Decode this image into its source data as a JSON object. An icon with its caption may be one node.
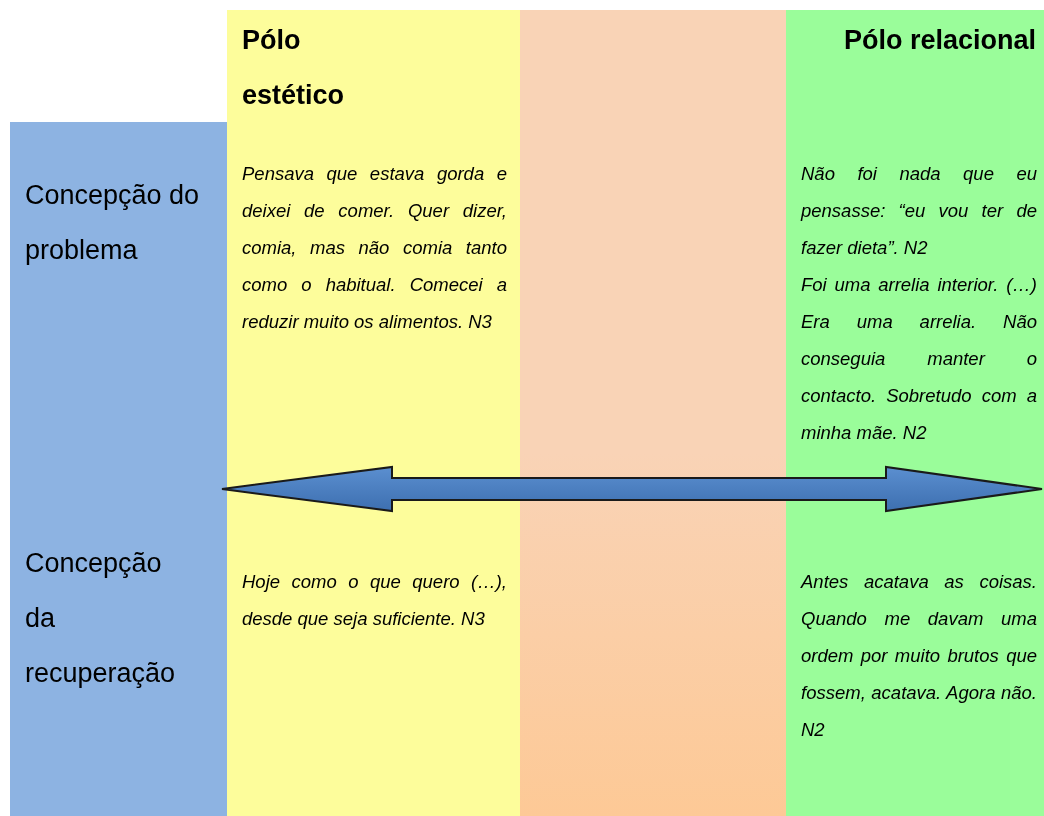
{
  "diagram": {
    "nodes": [
      {
        "text": [
          "Pólo estético",
          "Pensava que estava gorda e deixei de comer. Quer dizer, comia, mas não comia tanto como o habitual. Comecei a reduzir muito os alimentos. N3",
          "Hoje como o que quero (…), desde que seja suficiente. N3"
        ]
      },
      {
        "text": [],
        "shape": "box"
      },
      {
        "text": [
          "Pólo relacional",
          "Não foi nada que eu pensasse: “eu vou ter de fazer dieta”. N2",
          "Foi uma arrelia interior. (…) Era uma arrelia. Não conseguia manter o contacto. Sobretudo com a minha mãe. N2",
          "Antes acatava as coisas. Quando me davam uma ordem por muito brutos que fossem, acatava. Agora não. N2"
        ]
      },
      {
        "text": [
          "Concepção do problema",
          "Concepção da recuperação"
        ]
      }
    ],
    "edges": [
      {
        "from": 0,
        "to": 2,
        "arrow": "both"
      }
    ]
  }
}
